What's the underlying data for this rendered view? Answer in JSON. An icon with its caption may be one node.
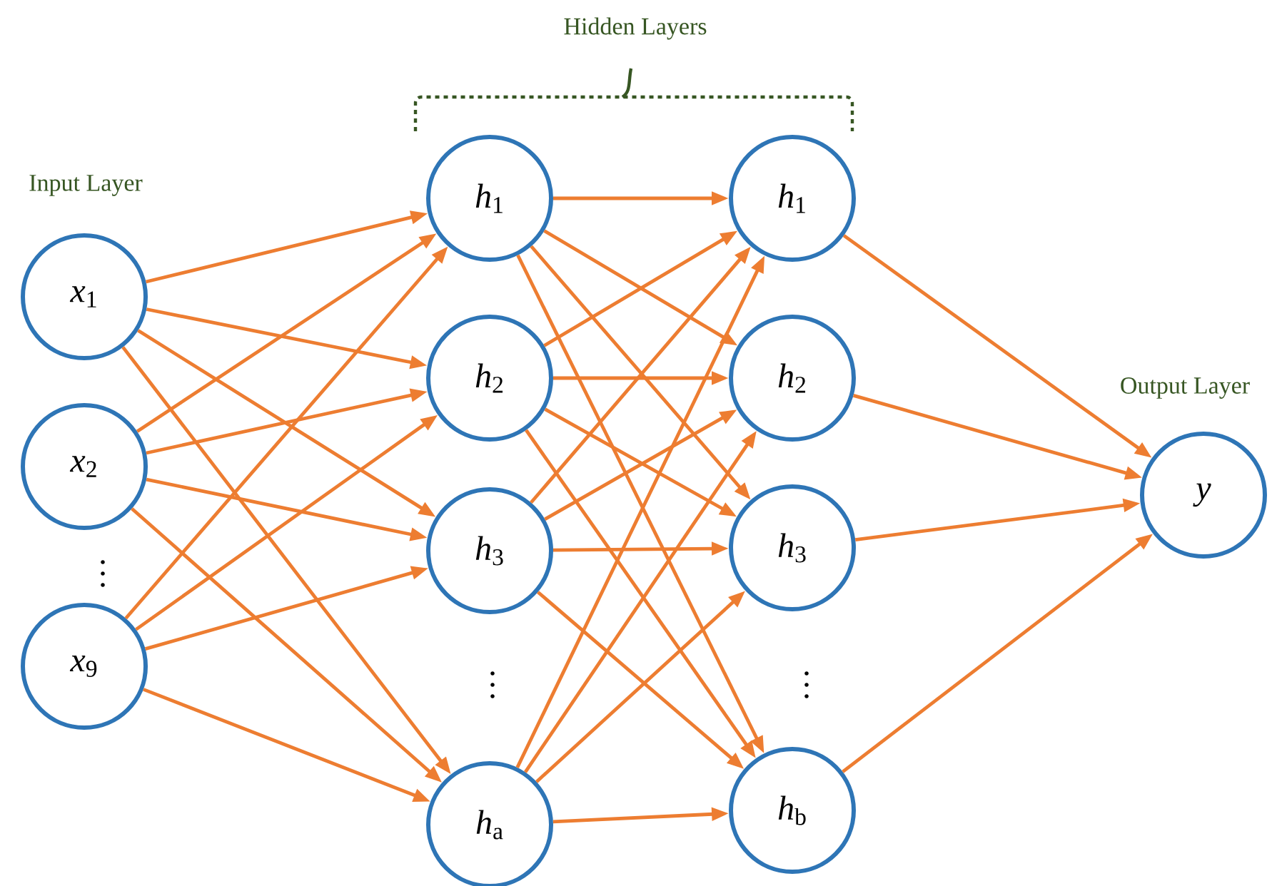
{
  "diagram": {
    "nodes": [
      {
        "text": [
          "*x*$_{1}$"
        ]
      },
      {
        "text": [
          "*x*$_{2}$"
        ]
      },
      {
        "text": [
          "*x*$_{9}$"
        ]
      },
      {
        "text": [
          "*h*$_{1}$"
        ]
      },
      {
        "text": [
          "*h*$_{2}$"
        ]
      },
      {
        "text": [
          "*h*$_{3}$"
        ]
      },
      {
        "text": [
          "*h*$_{a}$"
        ]
      },
      {
        "text": [
          "*h*$_{1}$"
        ]
      },
      {
        "text": [
          "*h*$_{2}$"
        ]
      },
      {
        "text": [
          "*h*$_{3}$"
        ]
      },
      {
        "text": [
          "*h*$_{b}$"
        ]
      },
      {
        "text": [
          "*y*"
        ]
      }
    ],
    "edges": [
      {
        "from": 0,
        "to": 3,
        "arrow": "to"
      },
      {
        "from": 0,
        "to": 4,
        "arrow": "to"
      },
      {
        "from": 0,
        "to": 5,
        "arrow": "to"
      },
      {
        "from": 0,
        "to": 6,
        "arrow": "to"
      },
      {
        "from": 1,
        "to": 3,
        "arrow": "to"
      },
      {
        "from": 1,
        "to": 4,
        "arrow": "to"
      },
      {
        "from": 1,
        "to": 5,
        "arrow": "to"
      },
      {
        "from": 1,
        "to": 6,
        "arrow": "to"
      },
      {
        "from": 2,
        "to": 3,
        "arrow": "to"
      },
      {
        "from": 2,
        "to": 4,
        "arrow": "to"
      },
      {
        "from": 2,
        "to": 5,
        "arrow": "to"
      },
      {
        "from": 2,
        "to": 6,
        "arrow": "to"
      },
      {
        "from": 3,
        "to": 7,
        "arrow": "to"
      },
      {
        "from": 3,
        "to": 8,
        "arrow": "to"
      },
      {
        "from": 3,
        "to": 9,
        "arrow": "to"
      },
      {
        "from": 3,
        "to": 10,
        "arrow": "to"
      },
      {
        "from": 4,
        "to": 7,
        "arrow": "to"
      },
      {
        "from": 4,
        "to": 8,
        "arrow": "to"
      },
      {
        "from": 4,
        "to": 9,
        "arrow": "to"
      },
      {
        "from": 4,
        "to": 10,
        "arrow": "to"
      },
      {
        "from": 5,
        "to": 7,
        "arrow": "to"
      },
      {
        "from": 5,
        "to": 8,
        "arrow": "to"
      },
      {
        "from": 5,
        "to": 9,
        "arrow": "to"
      },
      {
        "from": 5,
        "to": 10,
        "arrow": "to"
      },
      {
        "from": 6,
        "to": 7,
        "arrow": "to"
      },
      {
        "from": 6,
        "to": 8,
        "arrow": "to"
      },
      {
        "from": 6,
        "to": 9,
        "arrow": "to"
      },
      {
        "from": 6,
        "to": 10,
        "arrow": "to"
      },
      {
        "from": 7,
        "to": 11,
        "arrow": "to"
      },
      {
        "from": 8,
        "to": 11,
        "arrow": "to"
      },
      {
        "from": 9,
        "to": 11,
        "arrow": "to"
      },
      {
        "from": 10,
        "to": 11,
        "arrow": "to"
      }
    ],
    "labels": [
      "Hidden Layers",
      "Input Layer",
      "Output Layer"
    ]
  }
}
